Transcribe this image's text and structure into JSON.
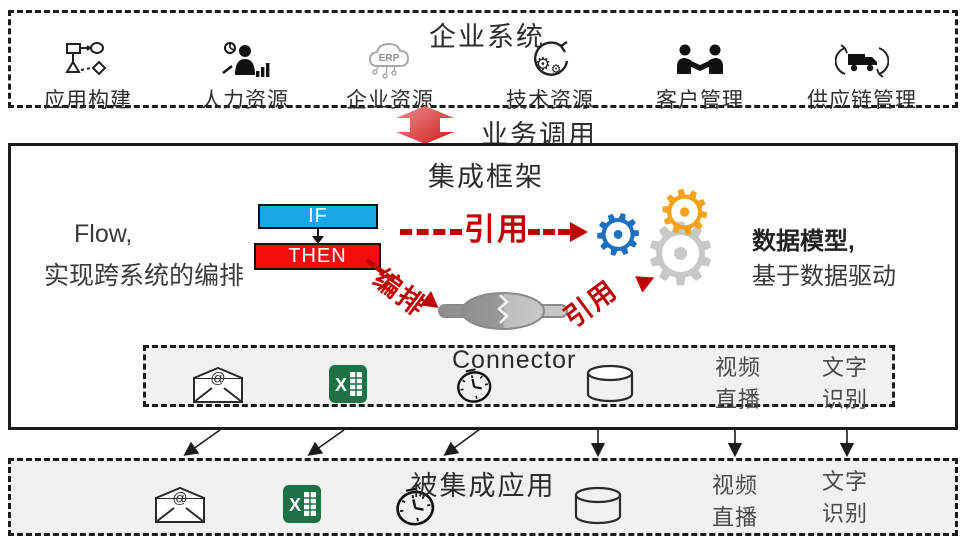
{
  "top_box": {
    "title": "企业系统",
    "items": [
      {
        "label": "应用构建",
        "icon": "flowchart-icon"
      },
      {
        "label": "人力资源",
        "icon": "hr-person-icon"
      },
      {
        "label": "企业资源",
        "icon": "erp-cloud-icon",
        "icon_text": "ERP"
      },
      {
        "label": "技术资源",
        "icon": "tech-gears-icon"
      },
      {
        "label": "客户管理",
        "icon": "handshake-icon"
      },
      {
        "label": "供应链管理",
        "icon": "truck-cycle-icon"
      }
    ]
  },
  "bus_link": {
    "label": "业务调用"
  },
  "main_box": {
    "title": "集成框架",
    "flow_note": {
      "line1": "Flow,",
      "line2": "实现跨系统的编排"
    },
    "if_label": "IF",
    "then_label": "THEN",
    "annotations": {
      "reference_top": "引用",
      "orchestration": "编排",
      "reference_bottom": "引用"
    },
    "data_model_note": {
      "line1": "数据模型,",
      "line2": "基于数据驱动"
    },
    "connector_box": {
      "title": "Connector",
      "icons": [
        "email-icon",
        "excel-icon",
        "clock-icon",
        "database-icon"
      ],
      "text_items": [
        {
          "line1": "视频",
          "line2": "直播"
        },
        {
          "line1": "文字",
          "line2": "识别"
        }
      ]
    }
  },
  "bottom_box": {
    "title": "被集成应用",
    "icons": [
      "email-icon",
      "excel-icon",
      "clock-icon",
      "database-icon"
    ],
    "text_items": [
      {
        "line1": "视频",
        "line2": "直播"
      },
      {
        "line1": "文字",
        "line2": "识别"
      }
    ]
  },
  "icons": {
    "excel_letter": "X"
  },
  "colors": {
    "if_blue": "#1BA6E5",
    "then_red": "#F20D0D",
    "annotation_red": "#C00000",
    "excel_green": "#1E7145",
    "gear_blue": "#1D6FC0",
    "gear_orange": "#F5A21B",
    "gear_gray": "#C8C8C8"
  }
}
